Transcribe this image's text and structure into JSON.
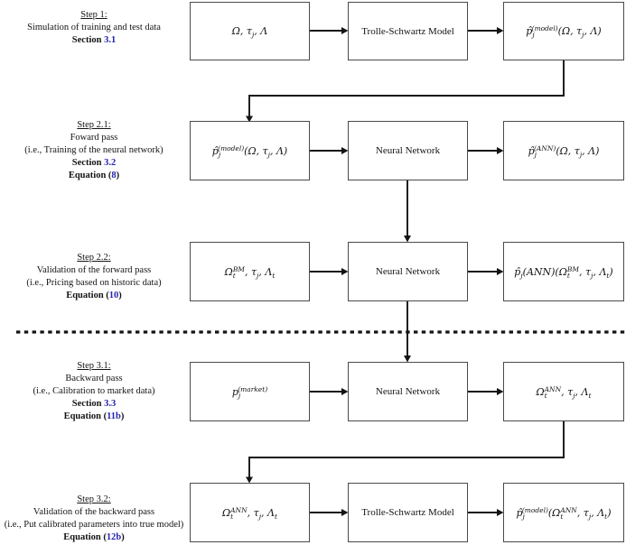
{
  "colors": {
    "link": "#2424b0",
    "line": "#141414",
    "box_border": "#4a4a4a",
    "background": "#ffffff"
  },
  "rows": [
    {
      "step": "Step 1:",
      "desc": [
        "Simulation of training and test data"
      ],
      "refs": [
        {
          "pre": "Section ",
          "num": "3.1",
          "post": ""
        }
      ],
      "boxes": [
        {
          "math": "Ω, τ_{j}, Λ"
        },
        {
          "plain": "Trolle-Schwartz Model"
        },
        {
          "math": "p̂_{j}^{(model)}(Ω, τ_{j}, Λ)"
        }
      ]
    },
    {
      "step": "Step 2.1:",
      "desc": [
        "Foward pass",
        "(i.e., Training of the neural network)"
      ],
      "refs": [
        {
          "pre": "Section ",
          "num": "3.2",
          "post": ""
        },
        {
          "pre": "Equation (",
          "num": "8",
          "post": ")"
        }
      ],
      "boxes": [
        {
          "math": "p̂_{j}^{(model)}(Ω, τ_{j}, Λ)"
        },
        {
          "plain": "Neural Network"
        },
        {
          "math": "p̂_{j}^{(ANN)}(Ω, τ_{j}, Λ)"
        }
      ]
    },
    {
      "step": "Step 2.2:",
      "desc": [
        "Validation of the forward pass",
        "(i.e., Pricing based on historic data)"
      ],
      "refs": [
        {
          "pre": "Equation (",
          "num": "10",
          "post": ")"
        }
      ],
      "boxes": [
        {
          "math": "Ω_{t}^{BM}, τ_{j}, Λ_{t}"
        },
        {
          "plain": "Neural Network"
        },
        {
          "math": "p̂_{j}(ANN)(Ω_{t}^{BM}, τ_{j}, Λ_{t})"
        }
      ]
    },
    {
      "step": "Step 3.1:",
      "desc": [
        "Backward pass",
        "(i.e., Calibration to market data)"
      ],
      "refs": [
        {
          "pre": "Section ",
          "num": "3.3",
          "post": ""
        },
        {
          "pre": "Equation (",
          "num": "11b",
          "post": ")"
        }
      ],
      "boxes": [
        {
          "math": "p_{j}^{(market)}"
        },
        {
          "plain": "Neural Network"
        },
        {
          "math": "Ω_{t}^{ANN}, τ_{j}, Λ_{t}"
        }
      ]
    },
    {
      "step": "Step 3.2:",
      "desc": [
        "Validation of the backward pass",
        "(i.e., Put calibrated parameters into true model)"
      ],
      "refs": [
        {
          "pre": "Equation (",
          "num": "12b",
          "post": ")"
        }
      ],
      "boxes": [
        {
          "math": "Ω_{t}^{ANN}, τ_{j}, Λ_{t}"
        },
        {
          "plain": "Trolle-Schwartz Model"
        },
        {
          "math": "p̂_{j}^{(model)}(Ω_{t}^{ANN}, τ_{j}, Λ_{t})"
        }
      ]
    }
  ]
}
